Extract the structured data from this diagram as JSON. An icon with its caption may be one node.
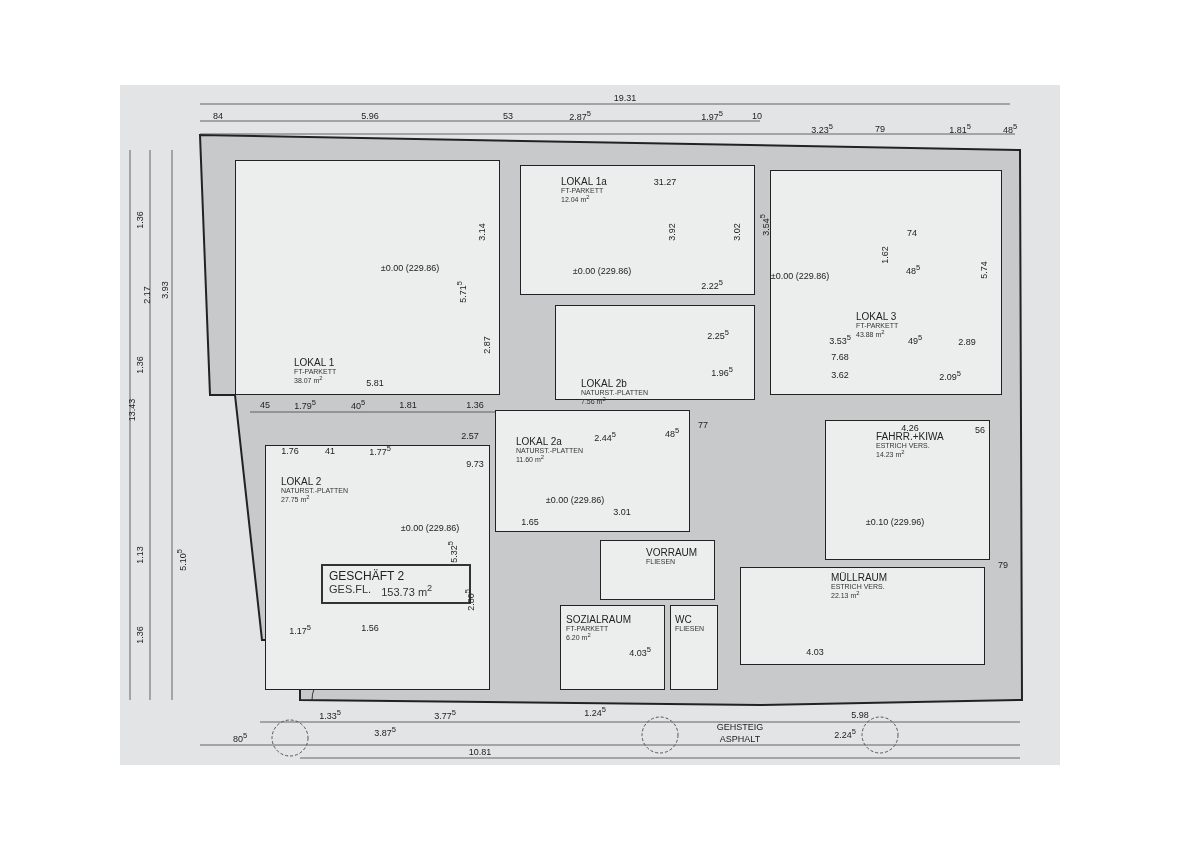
{
  "diagram": {
    "nodes": [
      {
        "text": [
          "LOKAL 1",
          "FT-PARKETT",
          "38.07 m$^{2}$"
        ]
      },
      {
        "text": [
          "LOKAL 1a",
          "FT-PARKETT",
          "12.04 m$^{2}$"
        ]
      },
      {
        "text": [
          "LOKAL 3",
          "FT-PARKETT",
          "43.88 m$^{2}$"
        ]
      },
      {
        "text": [
          "LOKAL 2b",
          "NATURST.-PLATTEN",
          "7.56 m$^{2}$"
        ]
      },
      {
        "text": [
          "LOKAL 2a",
          "NATURST.-PLATTEN",
          "11.60 m$^{2}$"
        ]
      },
      {
        "text": [
          "LOKAL 2",
          "NATURST.-PLATTEN",
          "27.75 m$^{2}$"
        ]
      },
      {
        "text": [
          "GESCHÄFT 2",
          "GES.FL.",
          "153.73 m$^{2}$"
        ],
        "in": 5
      },
      {
        "text": [
          "FAHRR.+KIWA",
          "ESTRICH VERS.",
          "14.23 m$^{2}$"
        ]
      },
      {
        "text": [
          "VORRAUM",
          "FLIESEN"
        ]
      },
      {
        "text": [
          "SOZIALRAUM",
          "FT-PARKETT",
          "6.20 m$^{2}$"
        ]
      },
      {
        "text": [
          "WC",
          "FLIESEN"
        ]
      },
      {
        "text": [
          "MÜLLRAUM",
          "ESTRICH VERS.",
          "22.13 m$^{2}$"
        ]
      }
    ],
    "labels": [
      "19.31",
      "84",
      "5.96",
      "53",
      "2.87$^{5}$",
      "1.97$^{5}$",
      "10",
      "3.23$^{5}$",
      "79",
      "1.81$^{5}$",
      "48$^{5}$",
      "1.36",
      "2.17",
      "3.93",
      "13.43",
      "1.36",
      "1.13",
      "5.10$^{5}$",
      "1.36",
      "3.14",
      "±0.00 (229.86)",
      "5.71$^{5}$",
      "2.87",
      "31.27",
      "3.92",
      "±0.00 (229.86)",
      "3.02",
      "2.22$^{5}$",
      "3.54$^{5}$",
      "74",
      "±0.00 (229.86)",
      "1.62",
      "48$^{5}$",
      "5.74",
      "2.25$^{5}$",
      "3.53$^{5}$",
      "49$^{5}$",
      "2.89",
      "7.68",
      "1.96$^{5}$",
      "3.62",
      "2.09$^{5}$",
      "5.81",
      "45",
      "1.79$^{5}$",
      "40$^{5}$",
      "1.81",
      "1.36",
      "2.44$^{5}$",
      "48$^{5}$",
      "77",
      "4.26",
      "56",
      "1.76",
      "41",
      "1.77$^{5}$",
      "2.57",
      "9.73",
      "±0.00 (229.86)",
      "1.65",
      "3.01",
      "±0.00 (229.86)",
      "5.32$^{5}$",
      "±0.10 (229.96)",
      "2.80$^{5}$",
      "1.17$^{5}$",
      "1.56",
      "79",
      "4.03$^{5}$",
      "4.03",
      "1.33$^{5}$",
      "3.77$^{5}$",
      "1.24$^{5}$",
      "5.98",
      "80$^{5}$",
      "3.87$^{5}$",
      "GEHSTEIG",
      "ASPHALT",
      "2.24$^{5}$",
      "10.81"
    ]
  }
}
